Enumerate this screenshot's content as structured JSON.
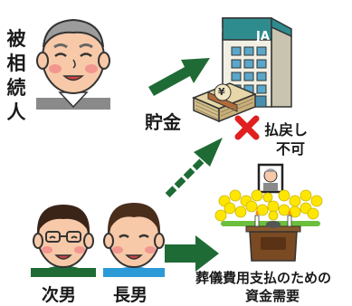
{
  "people": {
    "deceased_label_chars": [
      "被",
      "相",
      "続",
      "人"
    ],
    "son_second": "次男",
    "son_first": "長男"
  },
  "bank": {
    "sign": "JA",
    "yen_symbol": "¥"
  },
  "labels": {
    "savings": "貯金",
    "refund_line1": "払戻し",
    "refund_line2": "不可",
    "funeral_need_line1": "葬儀費用支払のための",
    "funeral_need_line2": "資金需要"
  },
  "colors": {
    "arrow": "#1f6b36",
    "cross": "#e02020",
    "bank_top": "#2e8c8e",
    "bank_body": "#f2f0e4",
    "skin": "#f7c9a8",
    "flower": "#ffe600"
  }
}
